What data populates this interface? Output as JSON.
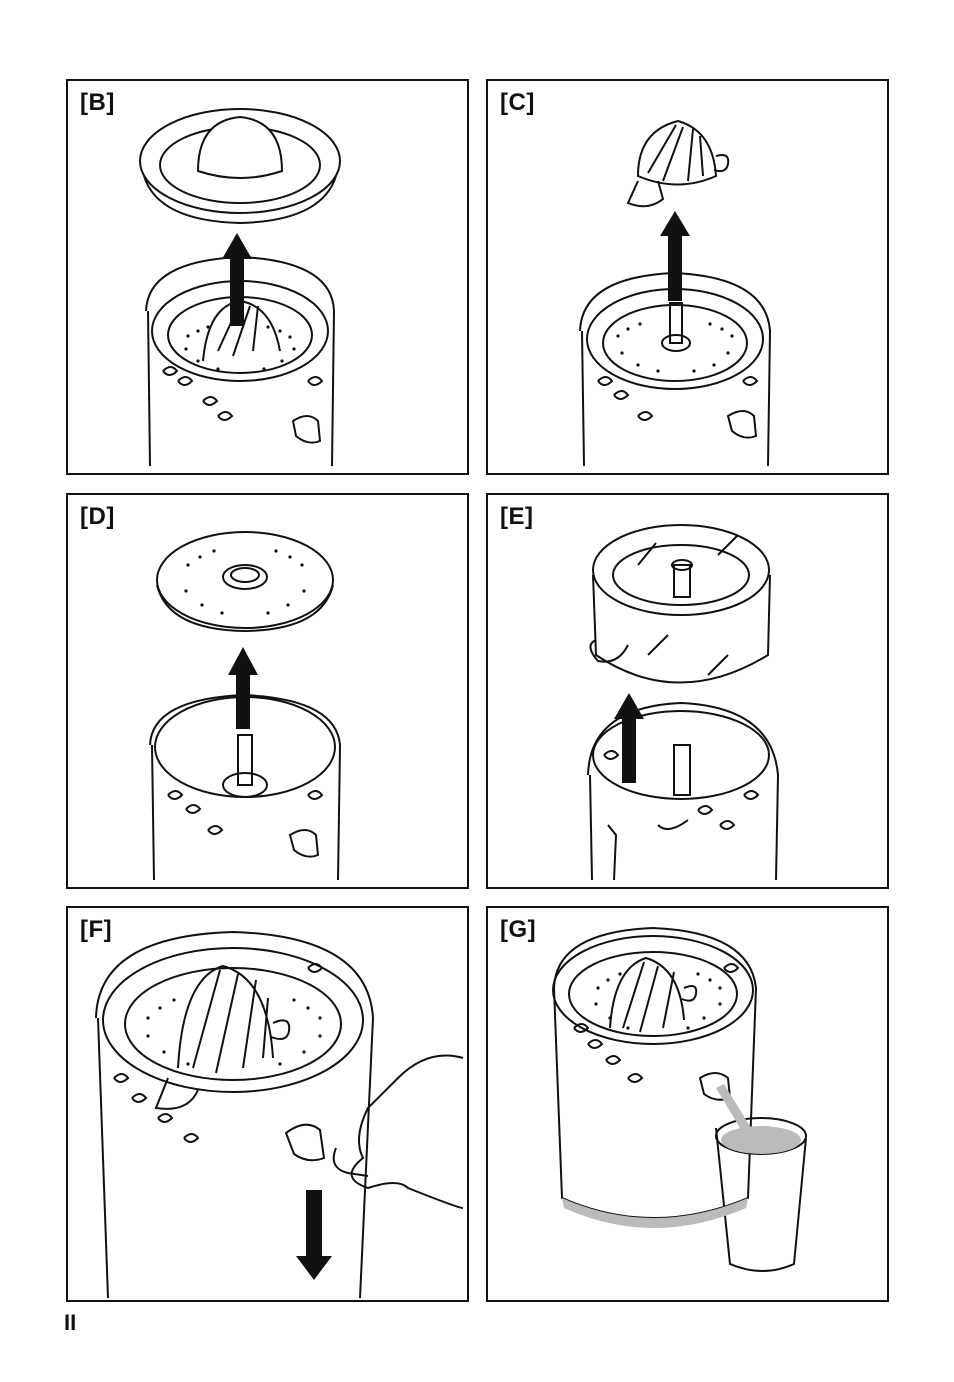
{
  "panels": {
    "b": {
      "label": "[B]"
    },
    "c": {
      "label": "[C]"
    },
    "d": {
      "label": "[D]"
    },
    "e": {
      "label": "[E]"
    },
    "f": {
      "label": "[F]"
    },
    "g": {
      "label": "[G]"
    }
  },
  "page_number": "II",
  "colors": {
    "line": "#111111",
    "juice": "#bbbbbb"
  }
}
